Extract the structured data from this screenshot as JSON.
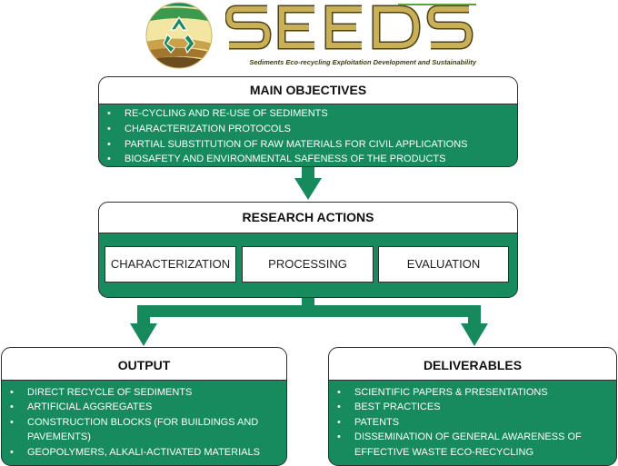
{
  "header": {
    "logo_word": "SEEDS",
    "tagline": "Sediments Eco-recycling Exploitation Development and Sustainability",
    "emblem_icon": "recycle-icon"
  },
  "objectives": {
    "title": "MAIN OBJECTIVES",
    "items": [
      "RE-CYCLING AND RE-USE OF SEDIMENTS",
      "CHARACTERIZATION PROTOCOLS",
      "PARTIAL SUBSTITUTION OF RAW MATERIALS FOR CIVIL APPLICATIONS",
      "BIOSAFETY AND ENVIRONMENTAL SAFENESS OF THE PRODUCTS"
    ]
  },
  "research": {
    "title": "RESEARCH ACTIONS",
    "actions": [
      "CHARACTERIZATION",
      "PROCESSING",
      "EVALUATION"
    ]
  },
  "output": {
    "title": "OUTPUT",
    "items": [
      "DIRECT RECYCLE OF SEDIMENTS",
      "ARTIFICIAL AGGREGATES",
      "CONSTRUCTION BLOCKS (FOR BUILDINGS AND PAVEMENTS)",
      "GEOPOLYMERS, ALKALI-ACTIVATED MATERIALS"
    ]
  },
  "deliverables": {
    "title": "DELIVERABLES",
    "items": [
      "SCIENTIFIC PAPERS & PRESENTATIONS",
      "BEST PRACTICES",
      "PATENTS",
      "DISSEMINATION OF GENERAL AWARENESS OF EFFECTIVE WASTE ECO-RECYCLING"
    ]
  },
  "colors": {
    "box_green": "#178a5e",
    "arrow_green": "#168a5d",
    "logo_gold": "#b39a3c",
    "logo_dark": "#4d3f16"
  }
}
